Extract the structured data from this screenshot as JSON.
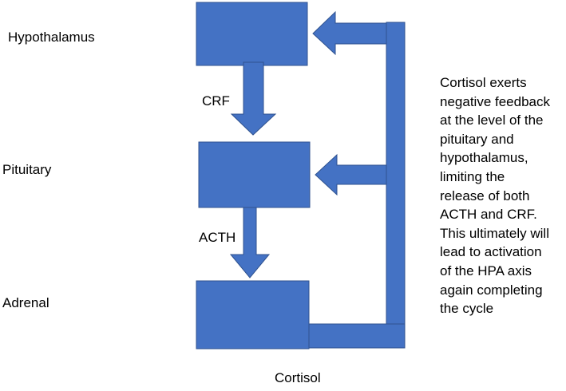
{
  "labels": {
    "hypothalamus": "Hypothalamus",
    "pituitary": "Pituitary",
    "adrenal": "Adrenal",
    "crf": "CRF",
    "acth": "ACTH",
    "cortisol": "Cortisol"
  },
  "note_lines": [
    "Cortisol exerts",
    "negative feedback",
    "at the level of the",
    "pituitary and",
    "hypothalamus,",
    "limiting the",
    "release of both",
    "ACTH and CRF.",
    "This ultimately will",
    "lead to activation",
    "of the HPA axis",
    "again completing",
    "the cycle"
  ],
  "colors": {
    "fill": "#4472C4",
    "stroke": "#2F528F"
  }
}
